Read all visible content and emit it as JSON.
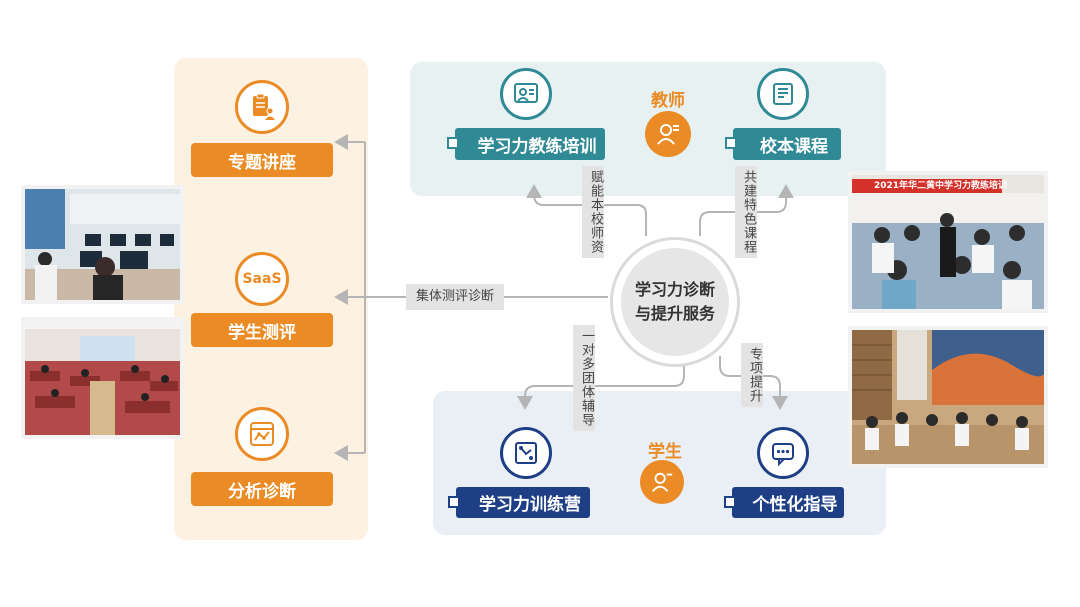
{
  "center": {
    "line1": "学习力诊断",
    "line2": "与提升服务"
  },
  "left_panel": {
    "items": [
      {
        "label": "专题讲座",
        "icon": "report-person-icon"
      },
      {
        "label": "学生测评",
        "icon": "saas-icon",
        "icon_text": "SaaS"
      },
      {
        "label": "分析诊断",
        "icon": "analysis-chart-icon"
      }
    ]
  },
  "teacher": {
    "role": "教师",
    "left_label": "学习力教练培训",
    "right_label": "校本课程",
    "left_tag": "赋能本校师资",
    "right_tag": "共建特色课程"
  },
  "student": {
    "role": "学生",
    "left_label": "学习力训练营",
    "right_label": "个性化指导",
    "left_tag": "一对多团体辅导",
    "right_tag": "专项提升"
  },
  "middle_tag": "集体测评诊断",
  "photo_banner": "2021年华二黄中学习力教练培训",
  "colors": {
    "orange": "#ea8b25",
    "teal": "#2f8a96",
    "navy": "#1e3f86"
  }
}
